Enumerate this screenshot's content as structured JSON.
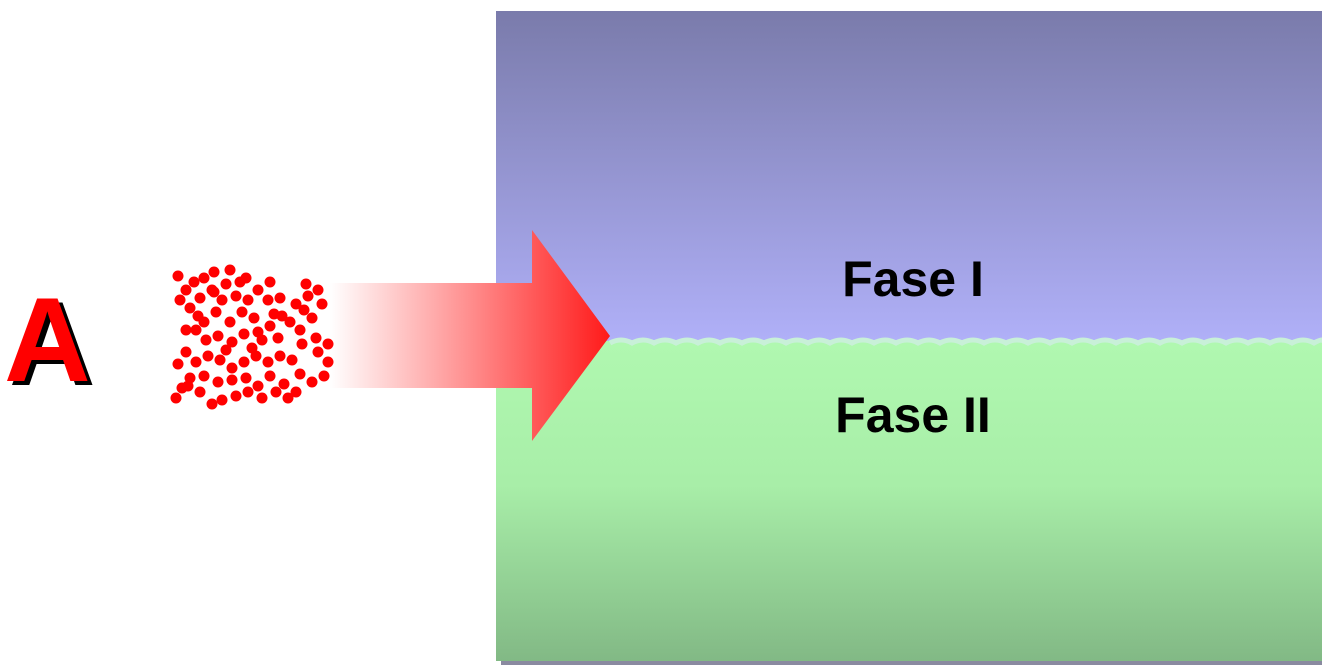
{
  "species": {
    "label": "A",
    "color": "#ff0000",
    "shadow_color": "#000000"
  },
  "phases": {
    "upper": {
      "label": "Fase I",
      "color_top": "#7a7bab",
      "color_bottom": "#b0b0f8"
    },
    "lower": {
      "label": "Fase II",
      "color_top": "#b0f8b0",
      "color_bottom": "#82b985"
    },
    "interface_color": "#c8f0d8"
  },
  "arrow": {
    "color": "#ff1a1a"
  },
  "particles": {
    "color": "#ff0000"
  }
}
